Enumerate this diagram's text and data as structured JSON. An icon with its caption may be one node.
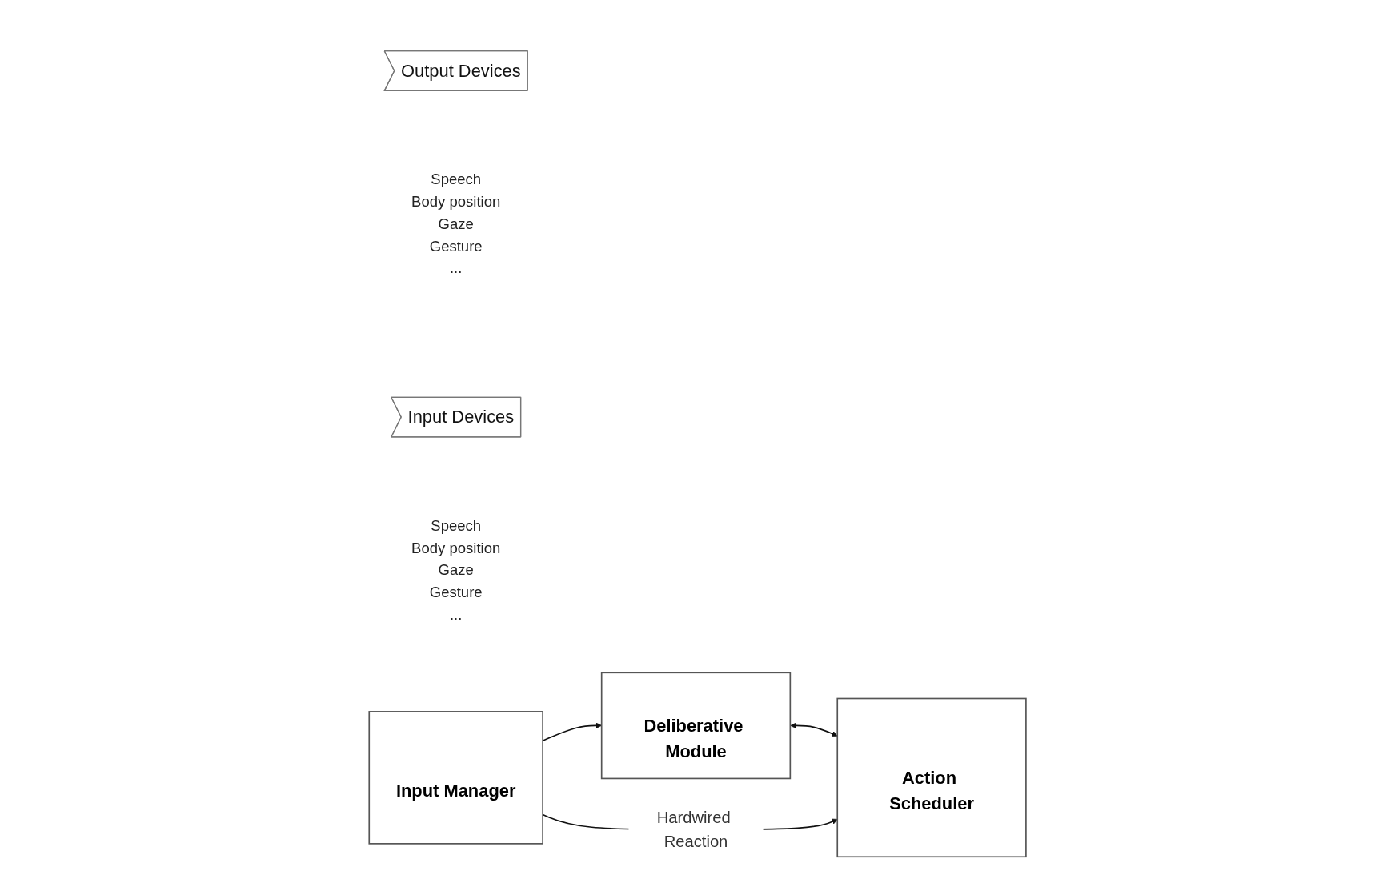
{
  "diagram": {
    "nodes": [
      {
        "text": [
          "Input Devices"
        ],
        "beside": [
          "Speech",
          "Body position",
          "Gaze",
          "Gesture",
          "..."
        ]
      },
      {
        "text": [
          "Input Manager"
        ]
      },
      {
        "text": [
          "Deliberative Module"
        ]
      },
      {
        "text": [
          "Action Scheduler"
        ]
      },
      {
        "text": [
          "Output Devices"
        ],
        "beside": [
          "Speech",
          "Body position",
          "Gaze",
          "Gesture",
          "..."
        ]
      }
    ],
    "edges": [
      {
        "from": 1,
        "to": 2,
        "arrow": "to"
      },
      {
        "from": 2,
        "to": 3,
        "arrow": "both"
      },
      {
        "from": 1,
        "to": 3,
        "arrow": "to",
        "label": "Hardwired Reaction"
      }
    ]
  }
}
